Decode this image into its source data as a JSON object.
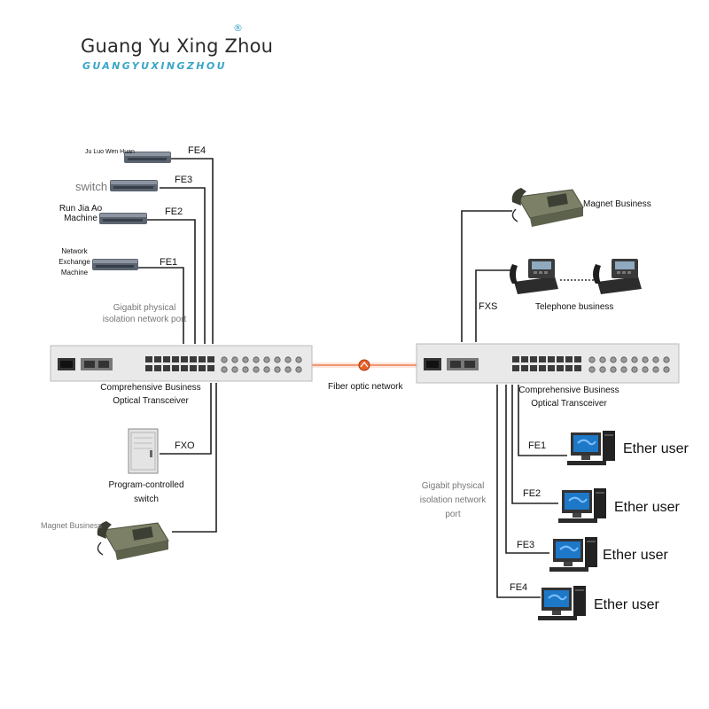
{
  "logo": {
    "name": "Guang Yu Xing Zhou",
    "subtitle": "GUANGYUXINGZHOU",
    "registered_mark": "®"
  },
  "left": {
    "devices": [
      {
        "label": "Ju Luo Wen Huan",
        "port": "FE4"
      },
      {
        "label": "switch",
        "port": "FE3"
      },
      {
        "label": "Run Jia Ao Machine",
        "port": "FE2"
      },
      {
        "label": "Network Exchange Machine",
        "port": "FE1"
      }
    ],
    "gigabit_label": "Gigabit physical isolation network port",
    "transceiver_label": "Comprehensive Business Optical Transceiver",
    "fxo_label": "FXO",
    "program_switch_label": "Program-controlled switch",
    "magnet_label": "Magnet Business"
  },
  "center": {
    "fiber_label": "Fiber optic network"
  },
  "right": {
    "magnet_label": "Magnet Business",
    "fxs_label": "FXS",
    "telephone_label": "Telephone business",
    "transceiver_label": "Comprehensive Business Optical Transceiver",
    "gigabit_label": "Gigabit physical isolation network port",
    "users": [
      {
        "port": "FE1",
        "label": "Ether user"
      },
      {
        "port": "FE2",
        "label": "Ether user"
      },
      {
        "port": "FE3",
        "label": "Ether user"
      },
      {
        "port": "FE4",
        "label": "Ether user"
      }
    ]
  },
  "colors": {
    "line": "#222222",
    "fiber": "#e8622a",
    "rack": "#e9e9e9",
    "screen": "#1e78c8"
  }
}
